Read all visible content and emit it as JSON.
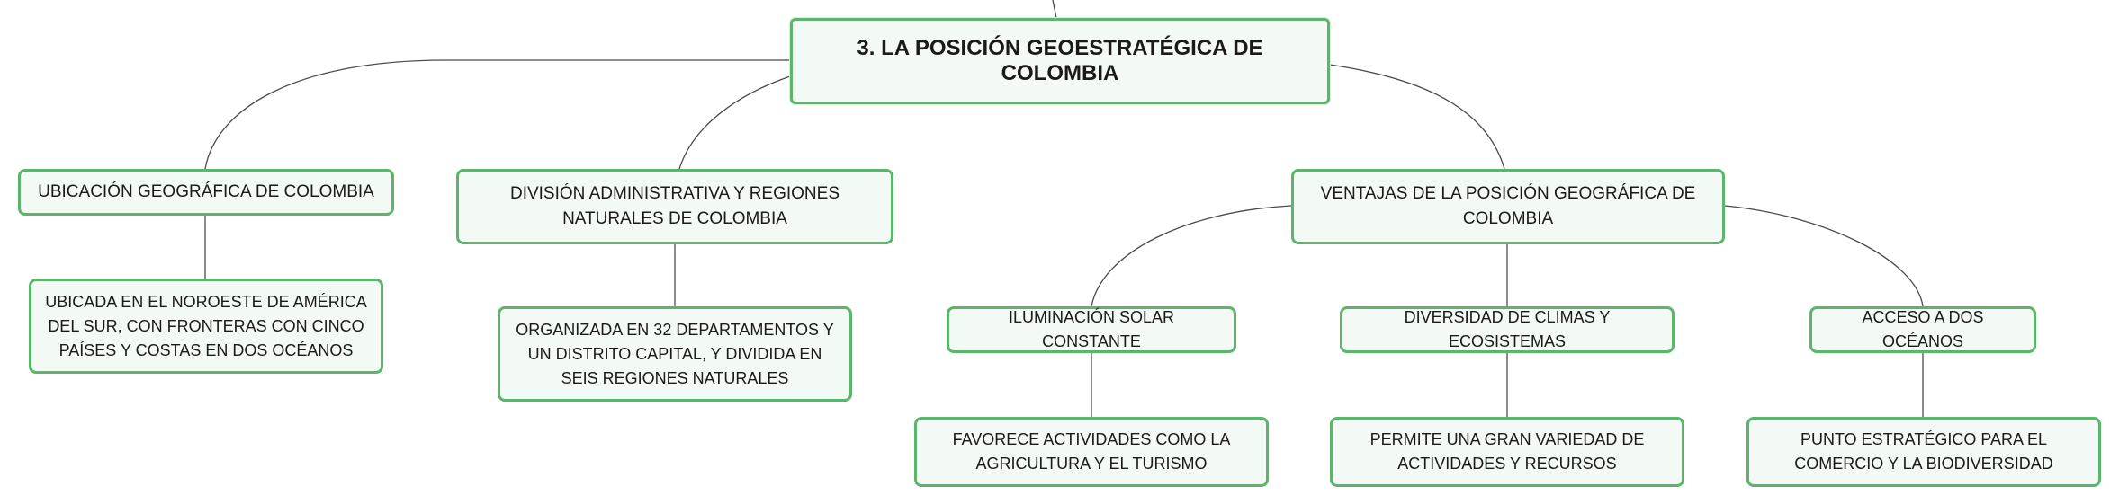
{
  "root": {
    "label": "3. LA POSICIÓN GEOESTRATÉGICA DE COLOMBIA"
  },
  "branches": [
    {
      "label": "UBICACIÓN GEOGRÁFICA DE COLOMBIA",
      "detail": "UBICADA EN EL NOROESTE DE AMÉRICA DEL SUR, CON FRONTERAS CON CINCO PAÍSES Y COSTAS EN DOS OCÉANOS"
    },
    {
      "label": "DIVISIÓN ADMINISTRATIVA Y REGIONES NATURALES DE COLOMBIA",
      "detail": "ORGANIZADA EN 32 DEPARTAMENTOS Y UN DISTRITO CAPITAL, Y DIVIDIDA EN SEIS REGIONES NATURALES"
    },
    {
      "label": "VENTAJAS DE LA POSICIÓN GEOGRÁFICA DE COLOMBIA",
      "children": [
        {
          "label": "ILUMINACIÓN SOLAR CONSTANTE",
          "detail": "FAVORECE ACTIVIDADES COMO LA AGRICULTURA Y EL TURISMO"
        },
        {
          "label": "DIVERSIDAD DE CLIMAS Y ECOSISTEMAS",
          "detail": "PERMITE UNA GRAN VARIEDAD DE ACTIVIDADES Y RECURSOS"
        },
        {
          "label": "ACCESO A DOS OCÉANOS",
          "detail": "PUNTO ESTRATÉGICO PARA EL COMERCIO Y LA BIODIVERSIDAD"
        }
      ]
    }
  ],
  "colors": {
    "border": "#5bb56a",
    "fill": "#f3f9f4",
    "line": "#4a4a4a"
  }
}
